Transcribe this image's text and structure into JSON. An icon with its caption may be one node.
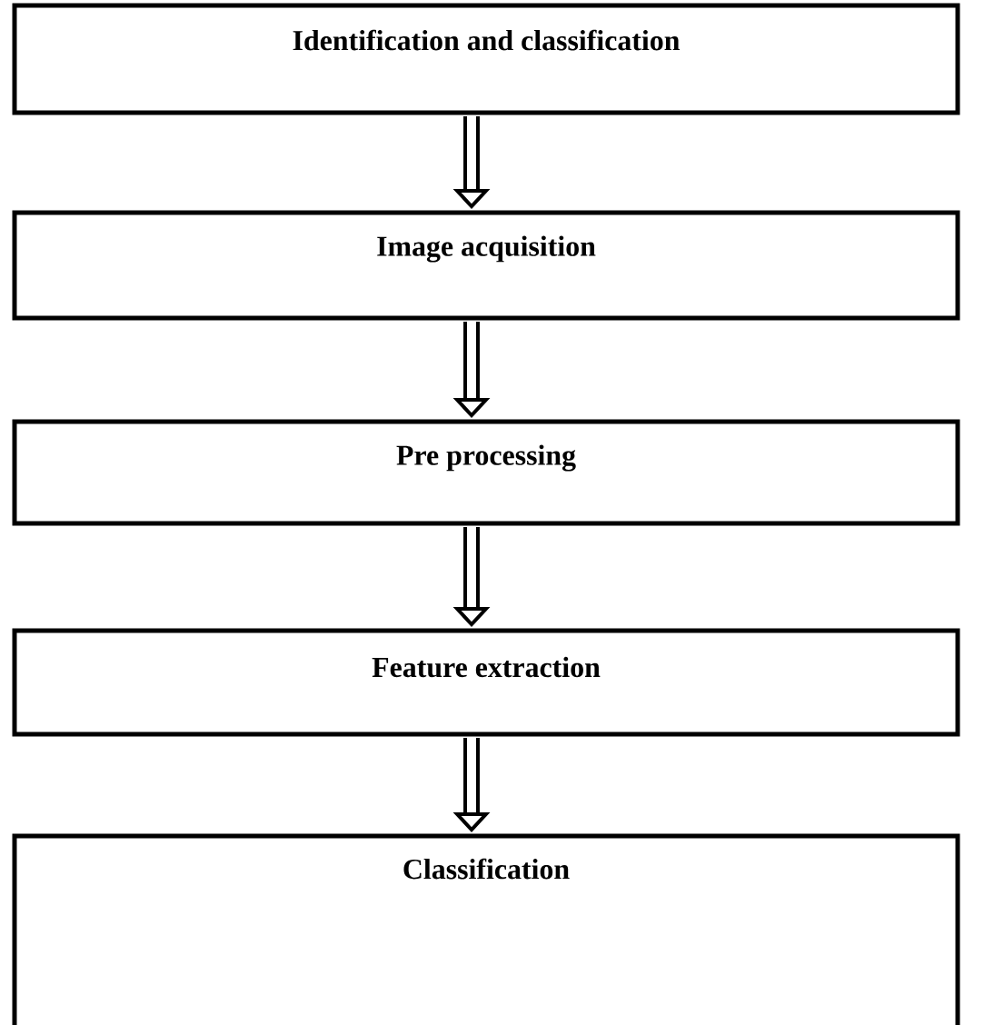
{
  "diagram": {
    "nodes": [
      {
        "text": [
          "Identification and classification"
        ]
      },
      {
        "text": [
          "Image acquisition"
        ]
      },
      {
        "text": [
          "Pre processing"
        ]
      },
      {
        "text": [
          "Feature extraction"
        ]
      },
      {
        "text": [
          "Classification"
        ]
      }
    ],
    "edges": [
      {
        "from": 0,
        "to": 1,
        "arrow": "to"
      },
      {
        "from": 1,
        "to": 2,
        "arrow": "to"
      },
      {
        "from": 2,
        "to": 3,
        "arrow": "to"
      },
      {
        "from": 3,
        "to": 4,
        "arrow": "to"
      }
    ]
  }
}
